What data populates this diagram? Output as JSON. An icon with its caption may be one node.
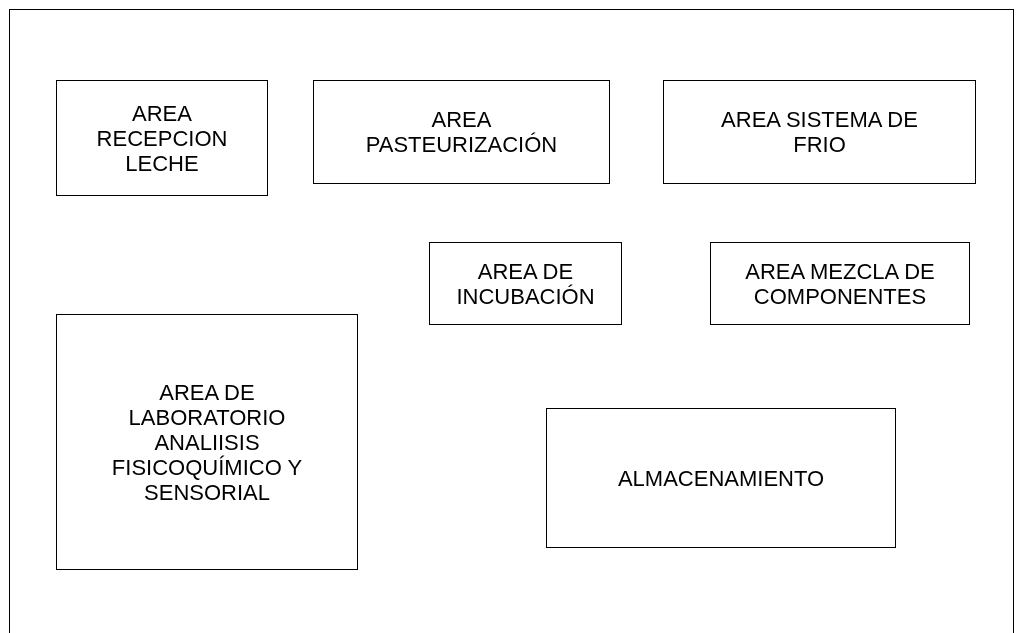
{
  "diagram": {
    "nodes": [
      {
        "text": [
          "AREA RECEPCION LECHE"
        ]
      },
      {
        "text": [
          "AREA PASTEURIZACIÓN"
        ]
      },
      {
        "text": [
          "AREA SISTEMA DE FRIO"
        ]
      },
      {
        "text": [
          "AREA DE INCUBACIÓN"
        ]
      },
      {
        "text": [
          "AREA MEZCLA DE COMPONENTES"
        ]
      },
      {
        "text": [
          "AREA DE LABORATORIO ANALIISIS FISICOQUÍMICO Y SENSORIAL"
        ]
      },
      {
        "text": [
          "ALMACENAMIENTO"
        ]
      }
    ]
  }
}
